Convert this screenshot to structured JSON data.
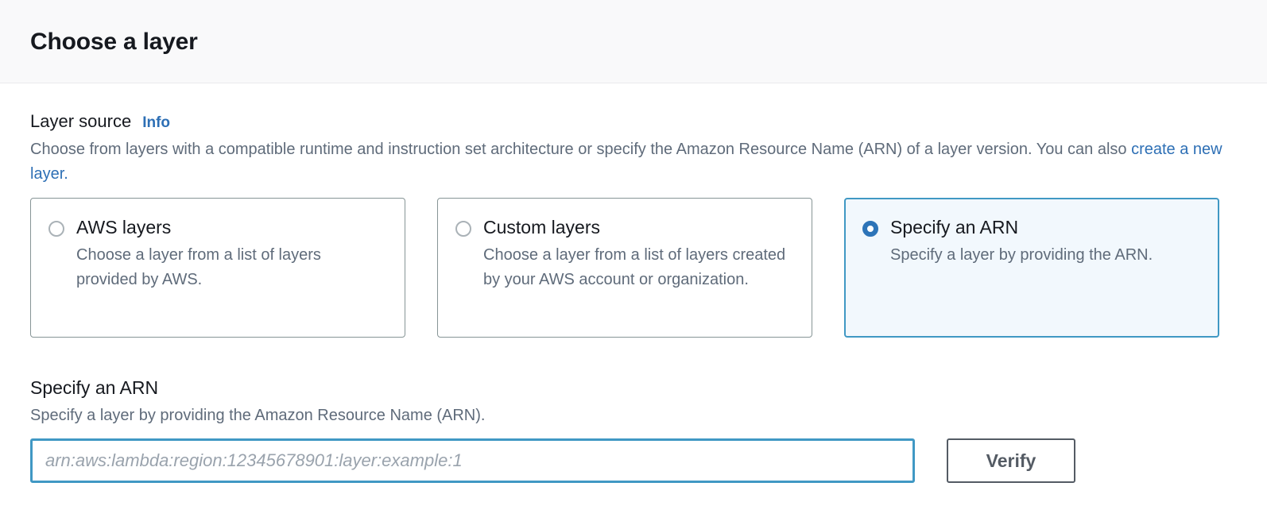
{
  "header": {
    "title": "Choose a layer"
  },
  "layer_source": {
    "label": "Layer source",
    "info_link": "Info",
    "description_prefix": "Choose from layers with a compatible runtime and instruction set architecture or specify the Amazon Resource Name (ARN) of a layer version. You can also ",
    "description_link": "create a new layer.",
    "options": [
      {
        "title": "AWS layers",
        "description": "Choose a layer from a list of layers provided by AWS.",
        "selected": false
      },
      {
        "title": "Custom layers",
        "description": "Choose a layer from a list of layers created by your AWS account or organization.",
        "selected": false
      },
      {
        "title": "Specify an ARN",
        "description": "Specify a layer by providing the ARN.",
        "selected": true
      }
    ]
  },
  "arn_section": {
    "heading": "Specify an ARN",
    "subtext": "Specify a layer by providing the Amazon Resource Name (ARN).",
    "input_value": "",
    "input_placeholder": "arn:aws:lambda:region:12345678901:layer:example:1",
    "verify_label": "Verify"
  },
  "colors": {
    "accent_blue": "#2d6fb5",
    "selected_border": "#4098c4",
    "selected_background": "#f2f8fd",
    "text_primary": "#16191f",
    "text_secondary": "#5f6b7a",
    "button_border": "#545b64",
    "header_background": "#f9f9fa"
  }
}
